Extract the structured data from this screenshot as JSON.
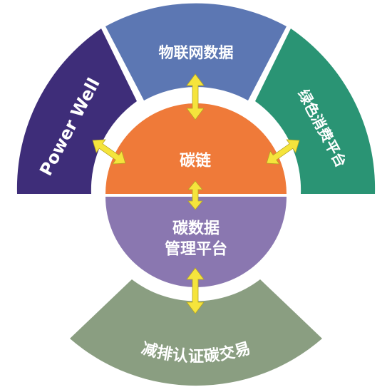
{
  "segments": {
    "iot": {
      "label": "物联网数据",
      "color": "#5c77b3"
    },
    "power_well": {
      "label": "Power Well",
      "color": "#3e2d79"
    },
    "green_platform": {
      "label": "绿色消费平台",
      "color": "#2a9474"
    },
    "trading": {
      "label": "减排认证碳交易",
      "color": "#8a9e81"
    }
  },
  "center": {
    "top": {
      "label": "碳链",
      "color": "#ef7a39"
    },
    "bottom": {
      "line1": "碳数据",
      "line2": "管理平台",
      "color": "#8a77b0"
    }
  },
  "arrow_color": "#f5e43c"
}
